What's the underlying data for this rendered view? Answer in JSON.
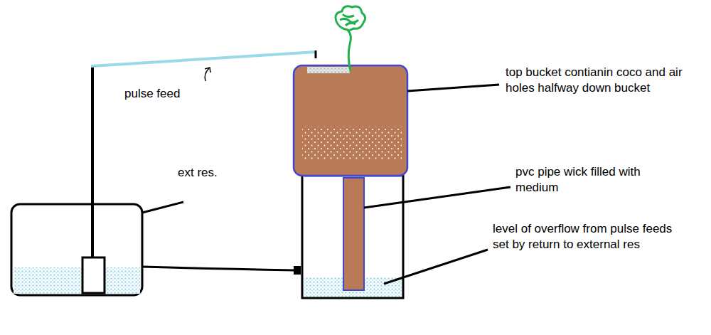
{
  "diagram": {
    "labels": [
      "pulse feed",
      "ext res.",
      "top bucket contianin coco and air holes halfway down bucket",
      "pvc pipe wick filled with medium",
      "level of overflow from pulse feeds set by return to external res"
    ]
  }
}
